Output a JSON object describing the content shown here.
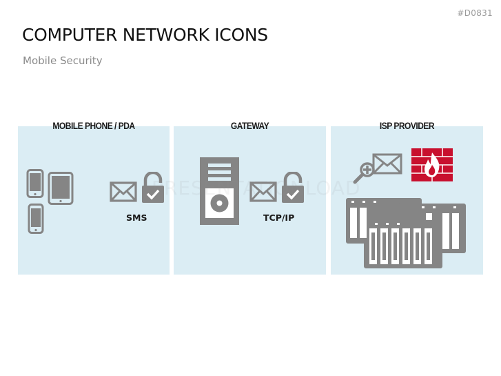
{
  "slide_code": "#D0831",
  "title": "COMPUTER NETWORK ICONS",
  "subtitle": "Mobile Security",
  "watermark": "PRESENTATIONLOAD",
  "colors": {
    "panel_bg": "#dbedf4",
    "icon_gray": "#858585",
    "firewall_red": "#c8102e"
  },
  "panels": [
    {
      "title": "MOBILE PHONE / PDA",
      "label": "SMS"
    },
    {
      "title": "GATEWAY",
      "label": "TCP/IP"
    },
    {
      "title": "ISP PROVIDER",
      "label": ""
    }
  ]
}
